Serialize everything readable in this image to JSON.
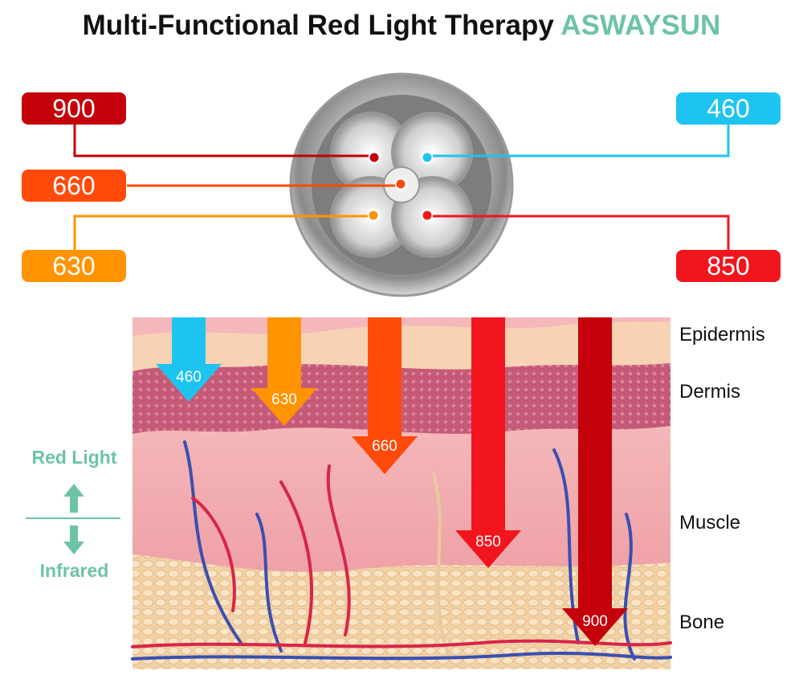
{
  "title": {
    "main": "Multi-Functional Red Light Therapy",
    "brand": "ASWAYSUN"
  },
  "wavelength_badges": {
    "w900": "900",
    "w660": "660",
    "w630": "630",
    "w460": "460",
    "w850": "850"
  },
  "arrows": {
    "a460": "460",
    "a630": "630",
    "a660": "660",
    "a850": "850",
    "a900": "900"
  },
  "layers": {
    "epidermis": "Epidermis",
    "dermis": "Dermis",
    "muscle": "Muscle",
    "bone": "Bone"
  },
  "legend": {
    "red_light": "Red Light",
    "infrared": "Infrared"
  },
  "colors": {
    "c900": "#c4000a",
    "c660": "#ff4a0a",
    "c630": "#ff9300",
    "c460": "#1ec4f0",
    "c850": "#f2151e",
    "brand": "#6dc3a5"
  }
}
